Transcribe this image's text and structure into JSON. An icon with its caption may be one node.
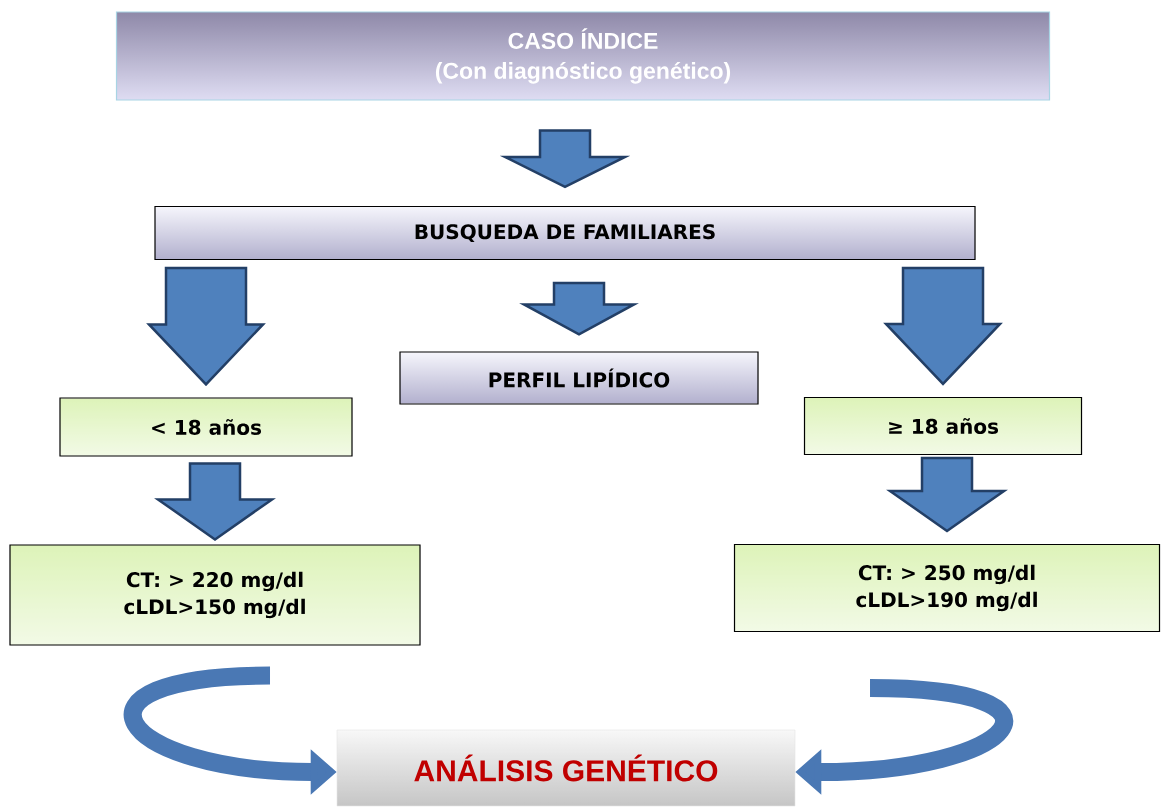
{
  "diagram": {
    "nodes": [
      {
        "text": [
          "CASO ÍNDICE",
          "(Con diagnóstico genético)"
        ]
      },
      {
        "text": [
          "BUSQUEDA DE FAMILIARES"
        ]
      },
      {
        "text": [
          "PERFIL LIPÍDICO"
        ]
      },
      {
        "text": [
          "< 18 años"
        ]
      },
      {
        "text": [
          "≥ 18 años"
        ]
      },
      {
        "text": [
          "CT: > 220 mg/dl",
          "cLDL>150 mg/dl"
        ]
      },
      {
        "text": [
          "CT: > 250 mg/dl",
          "cLDL>190 mg/dl"
        ]
      },
      {
        "text": [
          "ANÁLISIS GENÉTICO"
        ]
      }
    ],
    "edges": [
      {
        "from": 0,
        "to": 1,
        "arrow": "to"
      },
      {
        "from": 1,
        "to": 3,
        "arrow": "to"
      },
      {
        "from": 1,
        "to": 2,
        "arrow": "to"
      },
      {
        "from": 1,
        "to": 4,
        "arrow": "to"
      },
      {
        "from": 3,
        "to": 5,
        "arrow": "to"
      },
      {
        "from": 4,
        "to": 6,
        "arrow": "to"
      },
      {
        "from": 5,
        "to": 7,
        "arrow": "to"
      },
      {
        "from": 6,
        "to": 7,
        "arrow": "to"
      }
    ]
  }
}
